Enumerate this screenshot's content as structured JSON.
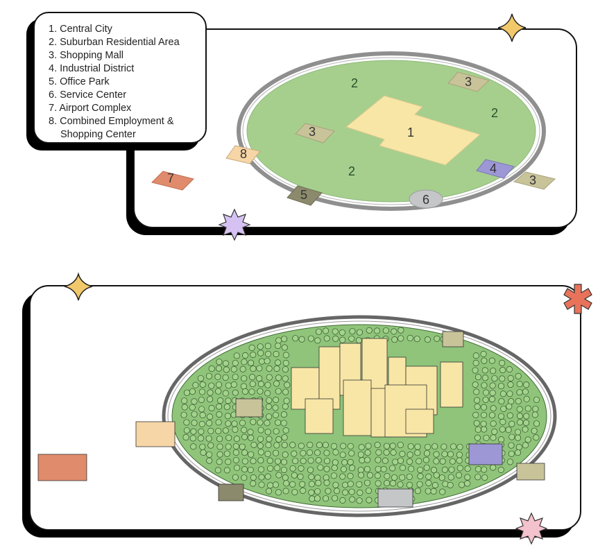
{
  "legend": {
    "items": [
      "1. Central City",
      "2. Suburban Residential Area",
      "3. Shopping Mall",
      "4. Industrial District",
      "5. Office Park",
      "6. Service Center",
      "7. Airport Complex",
      "8. Combined Employment &"
    ],
    "item8_cont": "Shopping Center"
  },
  "map_labels": {
    "central_city": "1",
    "suburban_a": "2",
    "suburban_b": "2",
    "suburban_c": "2",
    "mall_a": "3",
    "mall_b": "3",
    "mall_c": "3",
    "industrial": "4",
    "office_park": "5",
    "service_center": "6",
    "airport": "7",
    "combined_center": "8"
  },
  "colors": {
    "suburb_green": "#a6cf8e",
    "central_city": "#f8e6a6",
    "mall": "#c9c39a",
    "industrial": "#9d97d6",
    "office_park": "#8c8a6c",
    "service_center": "#c4c6c8",
    "airport": "#e08b6c",
    "combined": "#f6d6a6",
    "star_gold": "#f2c96a",
    "star_purple": "#d6c2f2",
    "star_red": "#e8735a",
    "star_pink": "#f4c2cc"
  }
}
